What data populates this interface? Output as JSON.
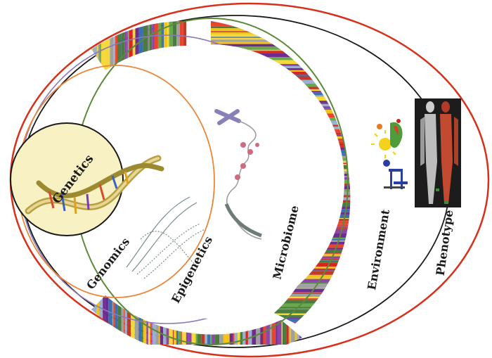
{
  "labels": {
    "genetics": "Genetics",
    "genomics": "Genomics",
    "epigenetics": "Epigenetics",
    "microbiome": "Microbiome",
    "environment": "Environment",
    "phenotype": "Phenotype"
  },
  "colors": {
    "phenotype_ring": "#d7311c",
    "environment_ring": "#1a1a1a",
    "microbiome_ring": "#8b79b8",
    "epigenetics_ring": "#e9863a",
    "genetics_ring": "#1a1a1a",
    "genetics_fill": "#f7f1c3",
    "microbiome_band_edge": "#5c8a3a"
  },
  "icons": {
    "dna_helix": "dna-helix-icon",
    "dna_strands": "dna-strands-icon",
    "chromosome": "chromosome-icon",
    "environment": "environment-icon",
    "body_scan": "body-scan-icon"
  }
}
